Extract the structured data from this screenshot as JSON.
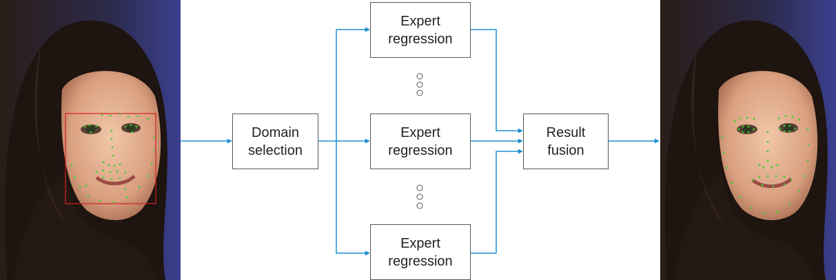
{
  "nodes": {
    "domain_selection": "Domain\nselection",
    "expert_top": "Expert\nregression",
    "expert_middle": "Expert\nregression",
    "expert_bottom": "Expert\nregression",
    "result_fusion": "Result\nfusion"
  },
  "images": {
    "input": "face photo with initial landmark estimate inside a red bounding box",
    "output": "face photo with refined landmarks"
  },
  "colors": {
    "arrow": "#1a8fd0",
    "box_border": "#555555",
    "landmark": "#39d12e",
    "bbox": "#d42020"
  }
}
